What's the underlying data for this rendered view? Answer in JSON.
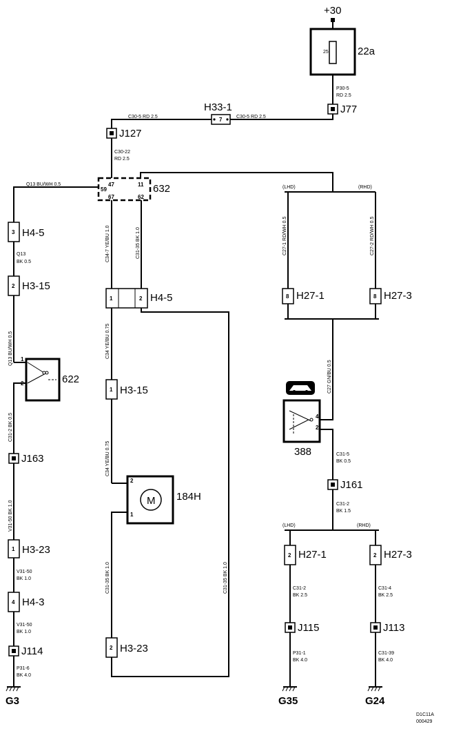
{
  "supply": "+30",
  "fusebox": {
    "id": "22a",
    "fuse": "25"
  },
  "junctions": {
    "j77": "J77",
    "j127": "J127",
    "j163": "J163",
    "j114": "J114",
    "j161": "J161",
    "j115": "J115",
    "j113": "J113"
  },
  "connectors": {
    "h33_1": "H33-1",
    "h33_1_pin": "7",
    "left_h4_5": "H4-5",
    "left_h4_5_pin": "3",
    "left_h3_15": "H3-15",
    "left_h3_15_pin": "2",
    "h3_23_left": "H3-23",
    "h3_23_left_pin": "1",
    "h4_3": "H4-3",
    "h4_3_pin": "4",
    "mid_h4_5": "H4-5",
    "mid_h4_5_pin1": "1",
    "mid_h4_5_pin2": "2",
    "mid_h3_15": "H3-15",
    "mid_h3_15_pin": "1",
    "mid_h3_23": "H3-23",
    "mid_h3_23_pin": "2",
    "h27_1_top": "H27-1",
    "h27_1_top_pin": "8",
    "h27_3_top": "H27-3",
    "h27_3_top_pin": "8",
    "h27_1_bot": "H27-1",
    "h27_1_bot_pin": "2",
    "h27_3_bot": "H27-3",
    "h27_3_bot_pin": "2"
  },
  "components": {
    "c632": "632",
    "c632_pins": [
      "47",
      "11",
      "59",
      "67",
      "62"
    ],
    "c622": "622",
    "c622_pins": [
      "1",
      "2"
    ],
    "c184h": "184H",
    "motor": "M",
    "c184h_pins": [
      "2",
      "1"
    ],
    "c388": "388",
    "c388_pins": [
      "4",
      "2"
    ]
  },
  "variants": {
    "lhd": "(LHD)",
    "rhd": "(RHD)"
  },
  "wires": {
    "p30_5": "P30-5",
    "p30_5_spec": "RD   2.5",
    "c30_5a": "C30-5     RD     2.5",
    "c30_5b": "C30-5     RD     2.5",
    "c30_22": "C30-22",
    "c30_22_spec": "RD   2.5",
    "q13_top": "Q13     BU/WH     0.5",
    "q13_mid": "Q13",
    "q13_mid_spec": "BK    0.5",
    "q13_v": "Q13   BU/WH   0.5",
    "c31_2_left": "C31-2    BK    0.5",
    "v31_50_a": "V31-50    BK    1.0",
    "v31_50_b": "V31-50",
    "v31_50_b_spec": "BK    1.0",
    "v31_50_c": "V31-50",
    "v31_50_c_spec": "BK    1.0",
    "p31_6": "P31-6",
    "p31_6_spec": "BK    4.0",
    "c34_7": "C34-7   YE/BU   1.0",
    "c31_35a": "C31-35   BK   1.0",
    "c34_a": "C34    YE/BU    0.75",
    "c34_b": "C34    YE/BU    0.75",
    "c31_35b": "C31-35    BK    1.0",
    "c31_35c": "C31-35    BK    1.0",
    "c27_1": "C27-1    RD/WH    0.5",
    "c27_2": "C27-2    RD/WH    0.5",
    "c27": "C27     GN/BU     0.5",
    "c31_5": "C31-5",
    "c31_5_spec": "BK    0.5",
    "c31_2_mid": "C31-2",
    "c31_2_mid_spec": "BK    1.5",
    "c31_2_low": "C31-2",
    "c31_2_low_spec": "BK    2.5",
    "c31_4": "C31-4",
    "c31_4_spec": "BK    2.5",
    "p31_1": "P31-1",
    "p31_1_spec": "BK    4.0",
    "c31_39": "C31-39",
    "c31_39_spec": "BK    4.0"
  },
  "grounds": {
    "g3": "G3",
    "g35": "G35",
    "g24": "G24"
  },
  "footer": {
    "code": "D1C11A",
    "number": "000429"
  }
}
